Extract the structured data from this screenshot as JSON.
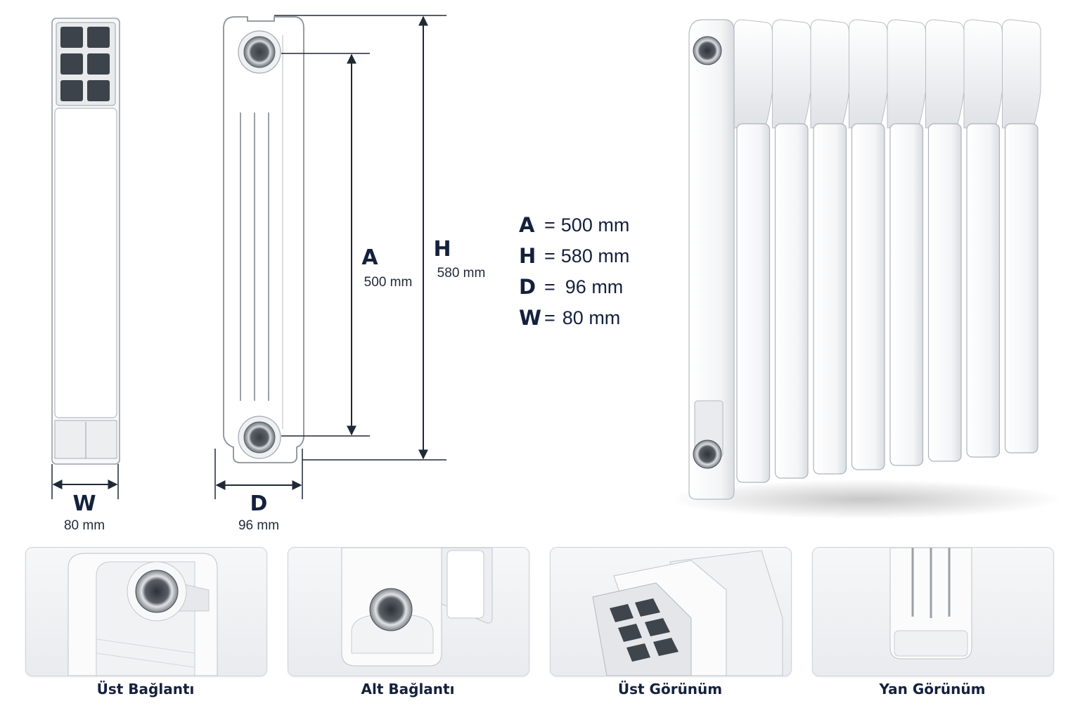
{
  "colors": {
    "navy": "#14213d",
    "radiator_white": "#f4f5f7",
    "outline": "#8a9098",
    "dimension_line": "#1f2937"
  },
  "side_view": {
    "letter": "W",
    "value": "80 mm"
  },
  "front_view": {
    "depth": {
      "letter": "D",
      "value": "96 mm"
    },
    "axis_distance": {
      "letter": "A",
      "value": "500 mm"
    },
    "height": {
      "letter": "H",
      "value": "580 mm"
    }
  },
  "specs": [
    {
      "letter": "A",
      "eq": "=",
      "value": "500 mm"
    },
    {
      "letter": "H",
      "eq": "=",
      "value": "580 mm"
    },
    {
      "letter": "D",
      "eq": "=",
      "value": "96 mm"
    },
    {
      "letter": "W",
      "eq": "=",
      "value": "80 mm"
    }
  ],
  "radiator": {
    "section_count": 8,
    "icons": [
      "inlet-fitting-icon",
      "outlet-fitting-icon"
    ]
  },
  "detail_views": [
    {
      "caption": "Üst Bağlantı"
    },
    {
      "caption": "Alt Bağlantı"
    },
    {
      "caption": "Üst Görünüm"
    },
    {
      "caption": "Yan Görünüm"
    }
  ]
}
